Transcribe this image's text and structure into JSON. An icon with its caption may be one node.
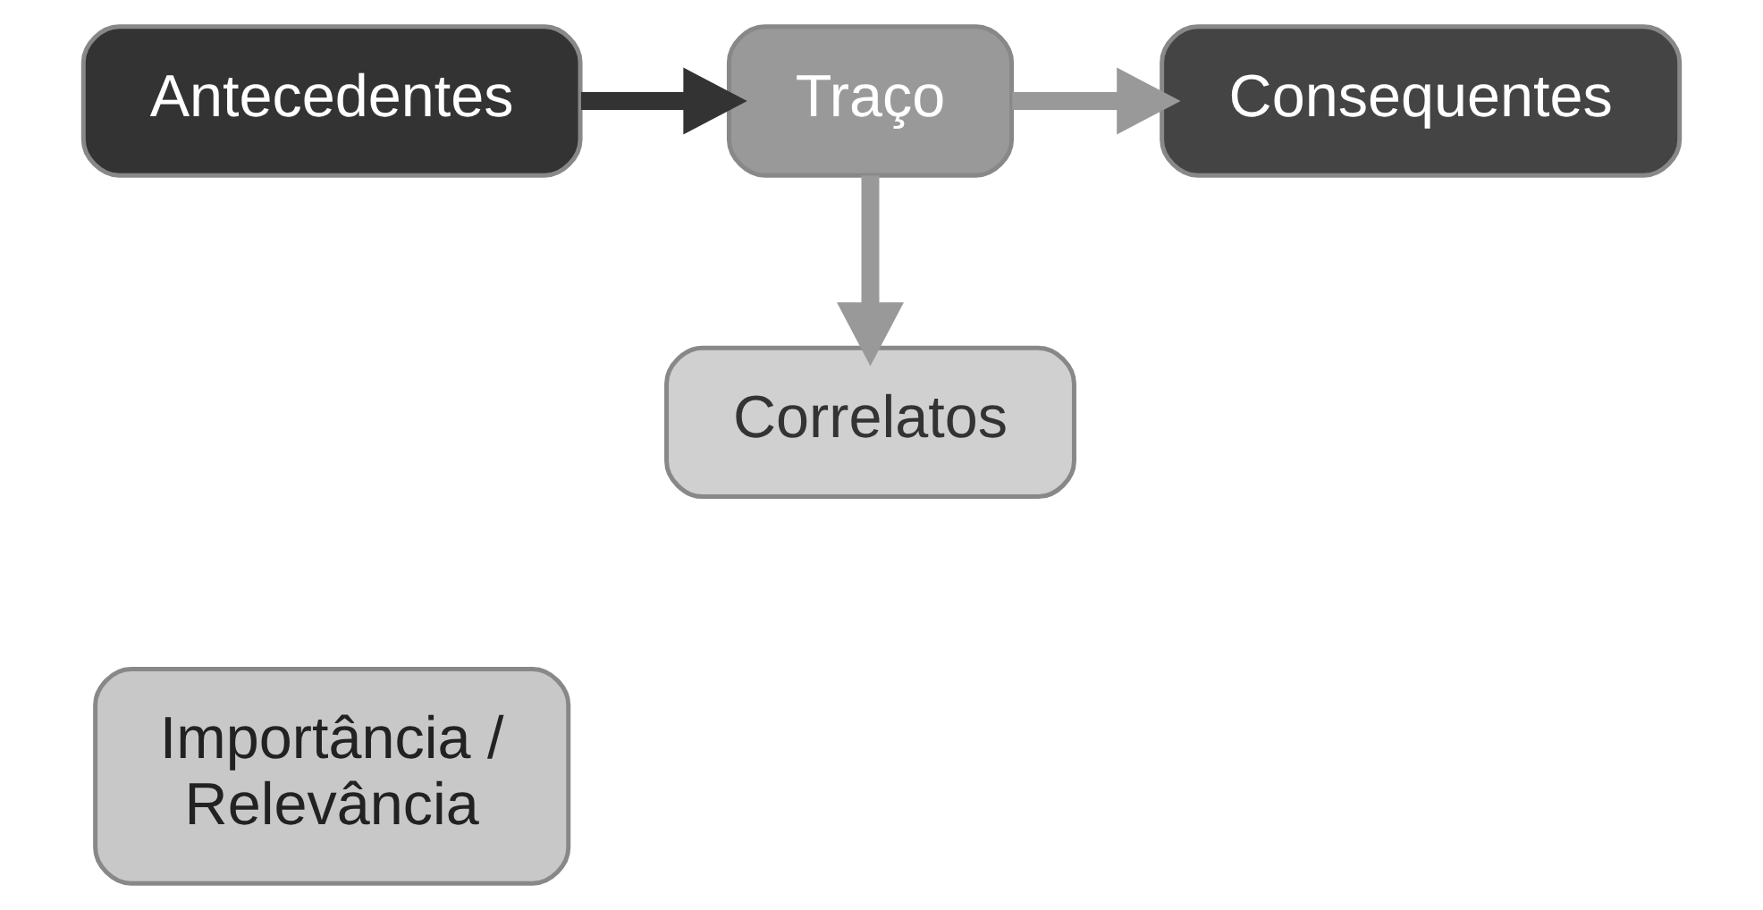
{
  "diagram": {
    "nodes": [
      {
        "text": [
          "Antecedentes"
        ]
      },
      {
        "text": [
          "Traço"
        ]
      },
      {
        "text": [
          "Consequentes"
        ]
      },
      {
        "text": [
          "Correlatos"
        ]
      },
      {
        "text": [
          "Importância / Relevância"
        ]
      }
    ],
    "edges": [
      {
        "from": 0,
        "to": 1,
        "arrow": "to",
        "color": "#333333"
      },
      {
        "from": 1,
        "to": 2,
        "arrow": "to"
      },
      {
        "from": 1,
        "to": 3,
        "arrow": "to"
      }
    ]
  }
}
